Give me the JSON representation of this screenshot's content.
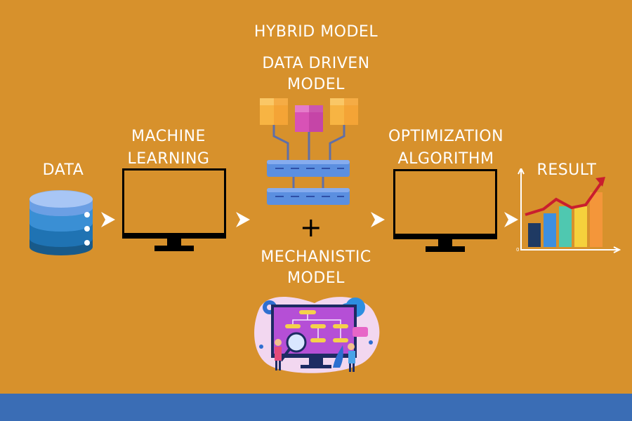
{
  "colors": {
    "background": "#d7912c",
    "footer_band": "#3a6db5",
    "text": "#ffffff"
  },
  "labels": {
    "hybrid_model": "HYBRID MODEL",
    "data": "DATA",
    "machine_learning_line1": "MACHINE",
    "machine_learning_line2": "LEARNING",
    "data_driven_line1": "DATA DRIVEN",
    "data_driven_line2": "MODEL",
    "plus": "+",
    "mechanistic_line1": "MECHANISTIC",
    "mechanistic_line2": "MODEL",
    "optimization_line1": "OPTIMIZATION",
    "optimization_line2": "ALGORITHM",
    "result": "RESULT",
    "chart_origin": "0"
  },
  "icons": {
    "data": "database-icon",
    "machine_learning": "monitor-icon",
    "data_driven": "network-diagram-icon",
    "mechanistic": "flowchart-illustration-icon",
    "optimization": "monitor-icon",
    "result": "rising-bar-chart-icon",
    "arrow": "chevron-right-icon"
  }
}
